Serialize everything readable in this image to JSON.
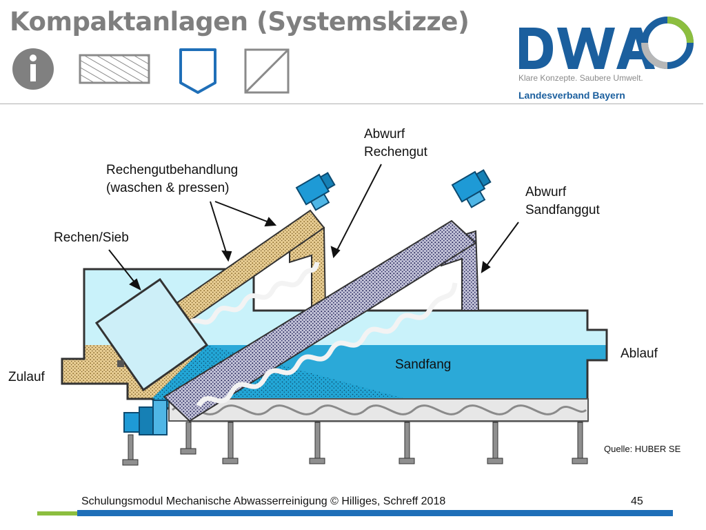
{
  "slide": {
    "title": "Kompaktanlagen (Systemskizze)",
    "page_number": "45",
    "footer_text": "Schulungsmodul Mechanische Abwasserreinigung © Hilliges, Schreff  2018",
    "source": "Quelle: HUBER SE"
  },
  "logo": {
    "letters": "DWA",
    "tagline": "Klare Konzepte. Saubere Umwelt.",
    "region": "Landesverband Bayern"
  },
  "icons": [
    "info-icon",
    "hatched-rectangle-icon",
    "shield-icon",
    "diagonal-square-icon"
  ],
  "diagram": {
    "labels": {
      "abwurf_rechengut": [
        "Abwurf",
        "Rechengut"
      ],
      "rechengutbehandlung": [
        "Rechengutbehandlung",
        "(waschen & pressen)"
      ],
      "abwurf_sandfanggut": [
        "Abwurf",
        "Sandfanggut"
      ],
      "rechen_sieb": "Rechen/Sieb",
      "sandfang": "Sandfang",
      "ablauf": "Ablauf",
      "zulauf": "Zulauf"
    }
  },
  "colors": {
    "title": "#7f7f7f",
    "dwa_blue": "#1b5f9e",
    "dwa_green": "#8cbe3f",
    "water_light": "#c9f2fa",
    "water_dark": "#2ba9d8",
    "tank_light": "#b9ecf7",
    "motor_blue": "#1e9ad6",
    "screenings": "#e2c58a"
  }
}
